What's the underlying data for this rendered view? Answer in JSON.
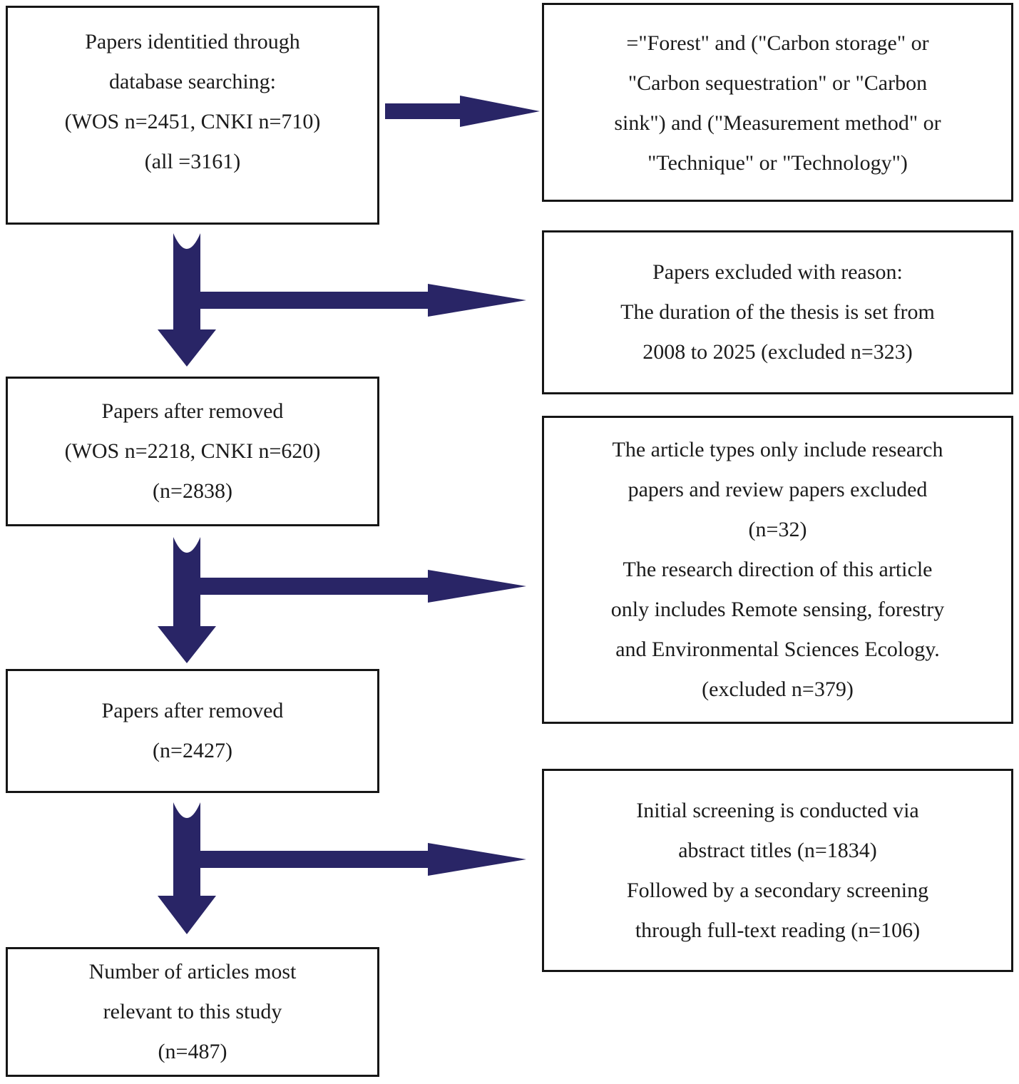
{
  "title": "Literature screening flow diagram",
  "colors": {
    "arrow": "#292566",
    "box_border": "#161616",
    "text": "#1b1b1b",
    "background": "#ffffff"
  },
  "flowchart": {
    "left_column": [
      {
        "label": "papers identified",
        "lines": [
          "Papers identitied through",
          "database searching:",
          "(WOS n=2451, CNKI n=710)",
          "(all =3161)"
        ]
      },
      {
        "label": "papers after removed (duration)",
        "lines": [
          "Papers after removed",
          "(WOS n=2218, CNKI n=620)",
          "(n=2838)"
        ]
      },
      {
        "label": "papers after removed (type/direction)",
        "lines": [
          "Papers after removed",
          "(n=2427)"
        ]
      },
      {
        "label": "final relevant articles",
        "lines": [
          "Number of articles most",
          "relevant to this study",
          "(n=487)"
        ]
      }
    ],
    "right_column": [
      {
        "label": "search query",
        "lines": [
          "=\"Forest\" and (\"Carbon storage\" or",
          "\"Carbon sequestration\" or \"Carbon",
          "sink\") and (\"Measurement method\" or",
          "\"Technique\" or \"Technology\")"
        ]
      },
      {
        "label": "exclusion by duration",
        "lines": [
          "Papers excluded with reason:",
          "The duration of the thesis is set from",
          "2008 to 2025 (excluded n=323)"
        ]
      },
      {
        "label": "exclusion by article type and research direction",
        "lines": [
          "The article types only include research",
          "papers and review papers excluded",
          "(n=32)",
          "The research direction of this article",
          "only includes Remote sensing, forestry",
          "and Environmental Sciences Ecology.",
          "(excluded n=379)"
        ]
      },
      {
        "label": "screening steps",
        "lines": [
          "Initial screening is conducted via",
          "abstract titles (n=1834)",
          "Followed by a secondary screening",
          "through full-text reading (n=106)"
        ]
      }
    ]
  }
}
